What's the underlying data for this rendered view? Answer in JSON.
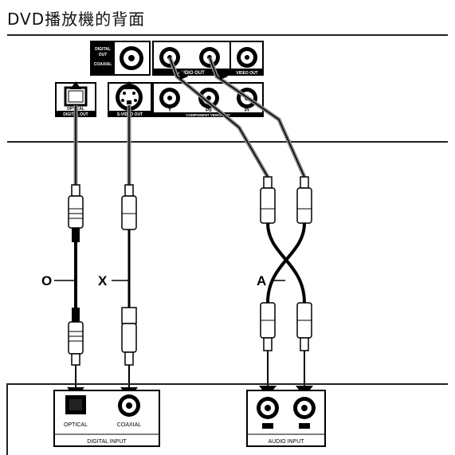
{
  "title": "DVD播放機的背面",
  "dvd_panel": {
    "digital_out_lines": [
      "DIGITAL",
      "OUT"
    ],
    "coaxial_small": "COAXIAL",
    "audio_out": "AUDIO OUT",
    "video_out": "VIDEO OUT",
    "optical_small": "OPTICAL",
    "digital_out_label": "DIGITAL OUT",
    "s_video_out": "S-VIDEO OUT",
    "component_video_out": "COMPONENT VIDEO OUT",
    "component_jacks": [
      "Y",
      "Pb",
      "Pr"
    ]
  },
  "cables": {
    "optical": "O",
    "coaxial": "X",
    "audio": "A"
  },
  "receiver_panel": {
    "optical": "OPTICAL",
    "coaxial": "COAXIAL",
    "digital_input": "DIGITAL INPUT",
    "audio_input": "AUDIO INPUT"
  }
}
